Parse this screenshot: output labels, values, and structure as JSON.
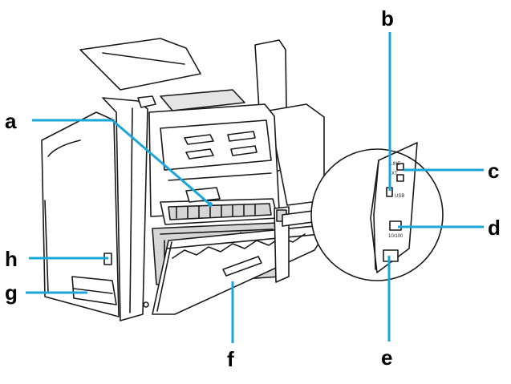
{
  "callouts": {
    "a": "a",
    "b": "b",
    "c": "c",
    "d": "d",
    "e": "e",
    "f": "f",
    "g": "g",
    "h": "h"
  },
  "port_labels": {
    "line": "LINE",
    "ext": "EXT.",
    "usb": "USB",
    "network": "10/100"
  },
  "colors": {
    "leader_line": "#1aa7d8",
    "outline": "#1a1a1a",
    "body_fill": "#ffffff",
    "shade": "#d6d6d6"
  }
}
